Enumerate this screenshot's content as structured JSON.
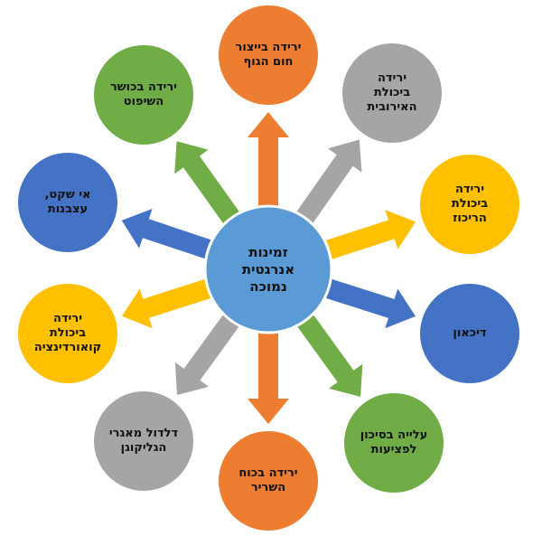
{
  "diagram": {
    "title": "זמינות אנרגטית נמוכה",
    "center": {
      "label": "זמינות\nאנרגטית\nנמוכה",
      "color": "#5B9BD5"
    },
    "nodes": [
      {
        "id": "heat-production",
        "label": "ירידה בייצור\nחום הגוף",
        "color": "#ED7D31",
        "direction": "up"
      },
      {
        "id": "aerobic-capacity",
        "label": "ירידה\nביכולת\nהאירובית",
        "color": "#A5A5A5",
        "direction": "up-right"
      },
      {
        "id": "concentration",
        "label": "ירידה\nביכולת\nהריכוז",
        "color": "#FFC000",
        "direction": "right-up"
      },
      {
        "id": "depression",
        "label": "דיכאון",
        "color": "#4472C4",
        "direction": "right-down"
      },
      {
        "id": "injury-risk",
        "label": "עלייה בסיכון\nלפציעות",
        "color": "#70AD47",
        "direction": "down-right"
      },
      {
        "id": "muscle-strength",
        "label": "ירידה בכוח\nהשריר",
        "color": "#ED7D31",
        "direction": "down"
      },
      {
        "id": "glycogen-depletion",
        "label": "דלדול מאגרי\nהגליקוגן",
        "color": "#A5A5A5",
        "direction": "down-left"
      },
      {
        "id": "coordination",
        "label": "ירידה\nביכולת\nקואורדינציה",
        "color": "#FFC000",
        "direction": "left-down"
      },
      {
        "id": "restlessness",
        "label": "אי שקט,\nעצבנות",
        "color": "#4472C4",
        "direction": "left-up"
      },
      {
        "id": "judgment",
        "label": "ירידה בכושר\nהשיפוט",
        "color": "#70AD47",
        "direction": "up-left"
      }
    ]
  }
}
